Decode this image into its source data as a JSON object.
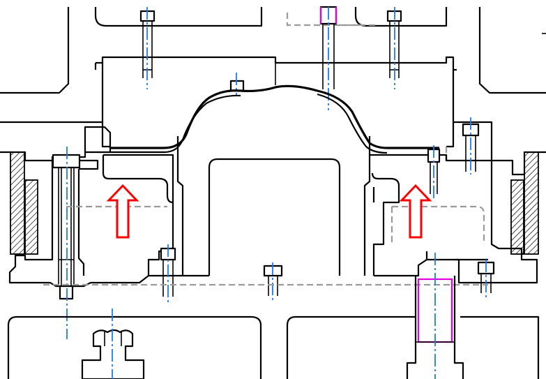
{
  "drawing": {
    "type": "die-cross-section",
    "colors": {
      "outline": "#000000",
      "hidden_line": "#9a9a9a",
      "center_line": "#1f7be0",
      "highlight": "#e000e0",
      "arrow": "#ff0000"
    },
    "arrows": [
      {
        "direction": "up"
      },
      {
        "direction": "up"
      }
    ]
  }
}
